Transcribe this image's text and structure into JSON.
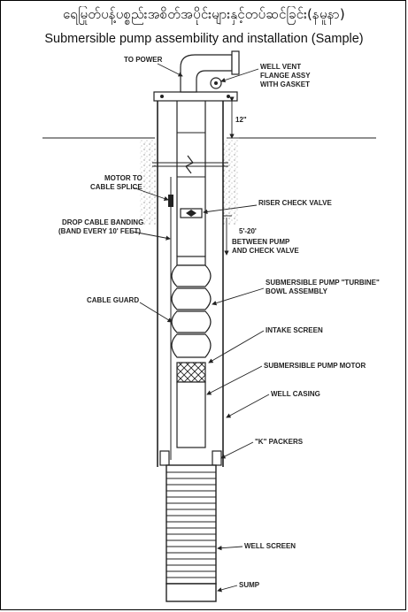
{
  "header": {
    "title_myanmar": "ရေမြုတ်ပန့်ပစ္စည်းအစိတ်အပိုင်းများနှင့်တပ်ဆင်ခြင်း(နမူနာ)",
    "title_english": "Submersible pump assembility and installation (Sample)"
  },
  "labels": {
    "to_power": "TO POWER",
    "well_vent_1": "WELL VENT",
    "well_vent_2": "FLANGE ASSY",
    "well_vent_3": "WITH GASKET",
    "dim_12": "12\"",
    "motor_splice_1": "MOTOR TO",
    "motor_splice_2": "CABLE SPLICE",
    "riser_check_valve": "RISER CHECK VALVE",
    "drop_cable_1": "DROP CABLE BANDING",
    "drop_cable_2": "(BAND EVERY 10' FEET)",
    "dim_5_20": "5'-20'",
    "between_1": "BETWEEN PUMP",
    "between_2": "AND CHECK VALVE",
    "cable_guard": "CABLE GUARD",
    "turbine_1": "SUBMERSIBLE PUMP \"TURBINE\"",
    "turbine_2": "BOWL ASSEMBLY",
    "intake_screen": "INTAKE SCREEN",
    "pump_motor": "SUBMERSIBLE PUMP MOTOR",
    "well_casing": "WELL CASING",
    "k_packers": "\"K\" PACKERS",
    "well_screen": "WELL SCREEN",
    "sump": "SUMP"
  }
}
